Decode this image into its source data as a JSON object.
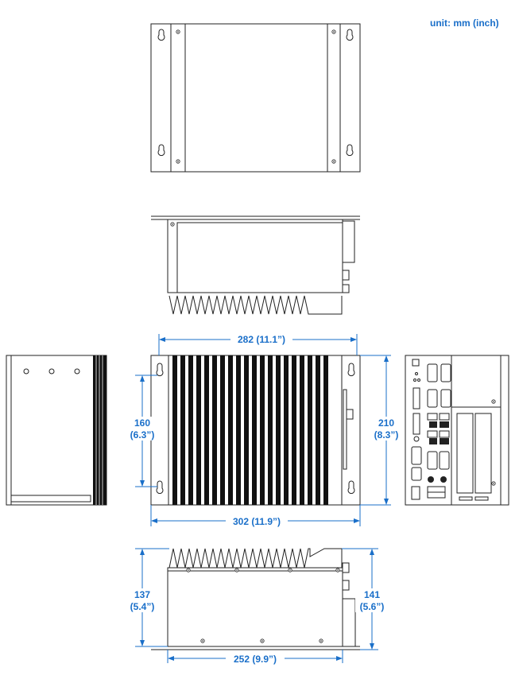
{
  "unit_label": "unit: mm (inch)",
  "dimensions": {
    "front_top_width": "282 (11.1”)",
    "front_bottom_width": "302 (11.9”)",
    "front_left_height_mm": "160",
    "front_left_height_in": "(6.3”)",
    "front_right_height_mm": "210",
    "front_right_height_in": "(8.3”)",
    "side_left_height_mm": "137",
    "side_left_height_in": "(5.4”)",
    "side_right_height_mm": "141",
    "side_right_height_in": "(5.6”)",
    "side_bottom_width": "252 (9.9”)"
  },
  "colors": {
    "dimension": "#1a6fc9",
    "line": "#222222"
  }
}
